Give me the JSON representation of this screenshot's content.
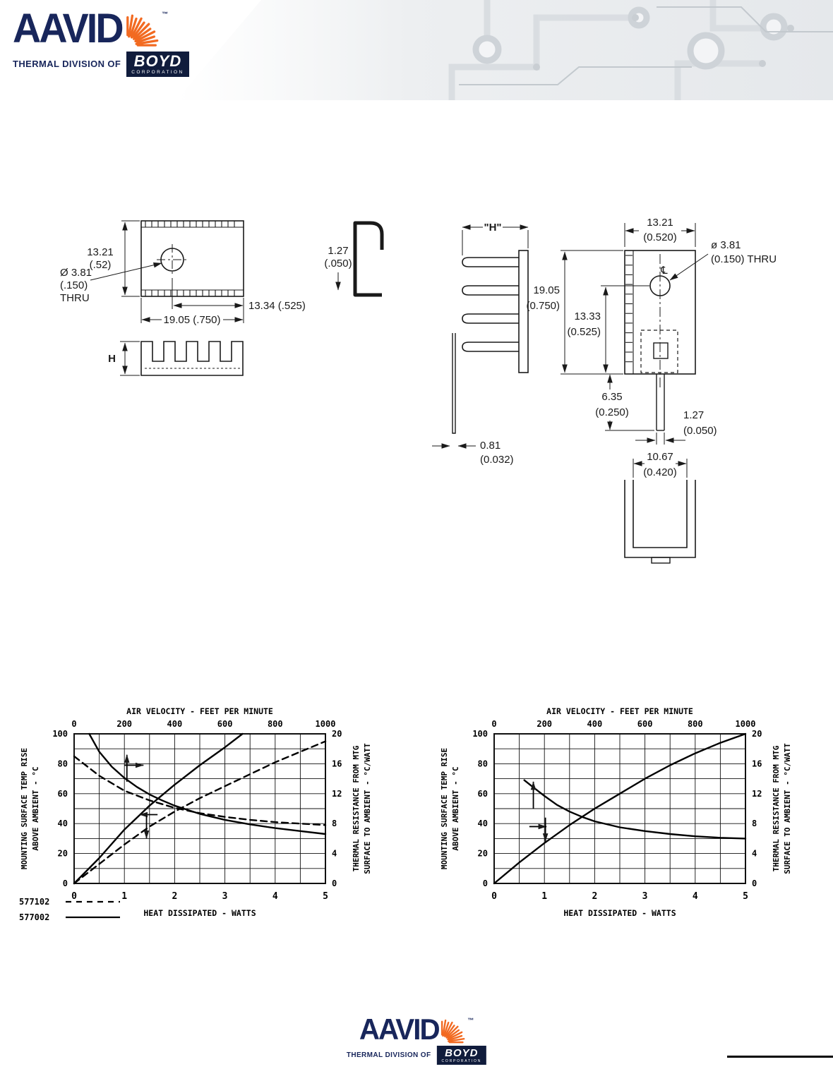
{
  "brand": {
    "name": "AAVID",
    "tm": "™",
    "division": "THERMAL DIVISION OF",
    "boyd": "BOYD",
    "corporation": "CORPORATION",
    "navy": "#18265b",
    "orange": "#f26a21"
  },
  "drawings": {
    "top_view": {
      "height": "13.21",
      "height_in": "(.52)",
      "hole_dia": "Ø 3.81",
      "hole_dia_in": "(.150)",
      "hole_thru": "THRU",
      "hole_to_edge": "13.34 (.525)",
      "width": "19.05 (.750)"
    },
    "clip_profile": {
      "thickness": "1.27",
      "thickness_in": "(.050)"
    },
    "fin_view": {
      "height_label": "H"
    },
    "side_view": {
      "height_label": "\"H\"",
      "material": "0.81",
      "material_in": "(0.032)"
    },
    "front_view": {
      "width": "13.21",
      "width_in": "(0.520)",
      "hole_dia": "ø 3.81",
      "hole_dia_in": "(0.150) THRU",
      "centerline": "℄",
      "height": "19.05",
      "height_in": "(0.750)",
      "hole_offset": "13.33",
      "hole_offset_in": "(0.525)",
      "lead_length": "6.35",
      "lead_length_in": "(0.250)",
      "lead_width": "1.27",
      "lead_width_in": "(0.050)"
    },
    "bottom_view": {
      "width": "10.67",
      "width_in": "(0.420)"
    }
  },
  "chart_data": [
    {
      "type": "line",
      "top_xlabel": "AIR VELOCITY - FEET PER MINUTE",
      "xlabel": "HEAT DISSIPATED - WATTS",
      "ylabel_left": [
        "MOUNTING SURFACE TEMP RISE",
        "ABOVE AMBIENT - °C"
      ],
      "ylabel_right": [
        "THERMAL RESISTANCE FROM MTG",
        "SURFACE TO AMBIENT - °C/WATT"
      ],
      "x_watts_range": [
        0,
        5
      ],
      "x_velocity_range": [
        0,
        1000
      ],
      "y_temp_range": [
        0,
        100
      ],
      "y_resistance_range": [
        0,
        20
      ],
      "xticks_watts": [
        0,
        1,
        2,
        3,
        4,
        5
      ],
      "xticks_velocity": [
        0,
        200,
        400,
        600,
        800,
        1000
      ],
      "yticks_temp": [
        0,
        20,
        40,
        60,
        80,
        100
      ],
      "yticks_resistance": [
        0,
        4,
        8,
        12,
        16,
        20
      ],
      "grid_divisions": [
        10,
        10
      ],
      "series": [
        {
          "part": "577002",
          "style": "solid",
          "x": "watts",
          "y": "temp",
          "points": [
            [
              0,
              0
            ],
            [
              0.5,
              17
            ],
            [
              1,
              36
            ],
            [
              1.5,
              52
            ],
            [
              2,
              66
            ],
            [
              2.5,
              79
            ],
            [
              3,
              91
            ],
            [
              3.35,
              100
            ]
          ]
        },
        {
          "part": "577102",
          "style": "dashed",
          "x": "watts",
          "y": "temp",
          "points": [
            [
              0,
              0
            ],
            [
              0.5,
              13
            ],
            [
              1,
              26
            ],
            [
              1.5,
              38
            ],
            [
              2,
              48
            ],
            [
              2.5,
              57
            ],
            [
              3,
              65
            ],
            [
              3.5,
              73
            ],
            [
              4,
              81
            ],
            [
              4.5,
              88
            ],
            [
              5,
              95
            ]
          ]
        },
        {
          "part": "577002",
          "style": "solid",
          "x": "velocity",
          "y": "resistance",
          "points": [
            [
              60,
              20
            ],
            [
              100,
              17.6
            ],
            [
              150,
              15.6
            ],
            [
              200,
              14.1
            ],
            [
              250,
              12.9
            ],
            [
              300,
              11.9
            ],
            [
              350,
              11.1
            ],
            [
              400,
              10.4
            ],
            [
              500,
              9.3
            ],
            [
              600,
              8.5
            ],
            [
              700,
              7.9
            ],
            [
              800,
              7.4
            ],
            [
              900,
              7.0
            ],
            [
              1000,
              6.6
            ]
          ]
        },
        {
          "part": "577102",
          "style": "dashed",
          "x": "velocity",
          "y": "resistance",
          "points": [
            [
              0,
              17
            ],
            [
              100,
              14.4
            ],
            [
              200,
              12.4
            ],
            [
              300,
              11.1
            ],
            [
              400,
              10.1
            ],
            [
              500,
              9.4
            ],
            [
              600,
              8.9
            ],
            [
              700,
              8.5
            ],
            [
              800,
              8.2
            ],
            [
              900,
              8.0
            ],
            [
              1000,
              7.8
            ]
          ]
        }
      ],
      "arrows": [
        {
          "x1": 1.05,
          "y1": 68,
          "x2": 1.05,
          "y2": 86
        },
        {
          "x1": 1.0,
          "y1": 79,
          "x2": 1.38,
          "y2": 79
        },
        {
          "x1": 1.66,
          "y1": 46,
          "x2": 1.3,
          "y2": 46
        },
        {
          "x1": 1.44,
          "y1": 45,
          "x2": 1.44,
          "y2": 30
        }
      ],
      "legend": [
        {
          "label": "577102",
          "style": "dashed"
        },
        {
          "label": "577002",
          "style": "solid"
        }
      ]
    },
    {
      "type": "line",
      "top_xlabel": "AIR VELOCITY - FEET PER MINUTE",
      "xlabel": "HEAT DISSIPATED - WATTS",
      "ylabel_left": [
        "MOUNTING SURFACE TEMP RISE",
        "ABOVE AMBIENT - °C"
      ],
      "ylabel_right": [
        "THERMAL RESISTANCE FROM MTG",
        "SURFACE TO AMBIENT - °C/WATT"
      ],
      "x_watts_range": [
        0,
        5
      ],
      "x_velocity_range": [
        0,
        1000
      ],
      "y_temp_range": [
        0,
        100
      ],
      "y_resistance_range": [
        0,
        20
      ],
      "xticks_watts": [
        0,
        1,
        2,
        3,
        4,
        5
      ],
      "xticks_velocity": [
        0,
        200,
        400,
        600,
        800,
        1000
      ],
      "yticks_temp": [
        0,
        20,
        40,
        60,
        80,
        100
      ],
      "yticks_resistance": [
        0,
        4,
        8,
        12,
        16,
        20
      ],
      "grid_divisions": [
        10,
        10
      ],
      "series": [
        {
          "part": "",
          "style": "solid",
          "x": "watts",
          "y": "temp",
          "points": [
            [
              0,
              0
            ],
            [
              0.5,
              14
            ],
            [
              1,
              27
            ],
            [
              1.5,
              39
            ],
            [
              2,
              50
            ],
            [
              2.5,
              60
            ],
            [
              3,
              70
            ],
            [
              3.5,
              79
            ],
            [
              4,
              87
            ],
            [
              4.5,
              94
            ],
            [
              5,
              100
            ]
          ]
        },
        {
          "part": "",
          "style": "solid",
          "x": "velocity",
          "y": "resistance",
          "points": [
            [
              120,
              13.8
            ],
            [
              150,
              13.0
            ],
            [
              200,
              11.7
            ],
            [
              250,
              10.5
            ],
            [
              300,
              9.6
            ],
            [
              350,
              8.9
            ],
            [
              400,
              8.3
            ],
            [
              500,
              7.5
            ],
            [
              600,
              7.0
            ],
            [
              700,
              6.6
            ],
            [
              800,
              6.3
            ],
            [
              900,
              6.1
            ],
            [
              1000,
              6.0
            ]
          ]
        }
      ],
      "arrows": [
        {
          "x1": 0.78,
          "y1": 50,
          "x2": 0.78,
          "y2": 68
        },
        {
          "x1": 0.7,
          "y1": 38,
          "x2": 1.04,
          "y2": 38
        },
        {
          "x1": 1.02,
          "y1": 44,
          "x2": 1.02,
          "y2": 28
        }
      ],
      "legend": []
    }
  ]
}
